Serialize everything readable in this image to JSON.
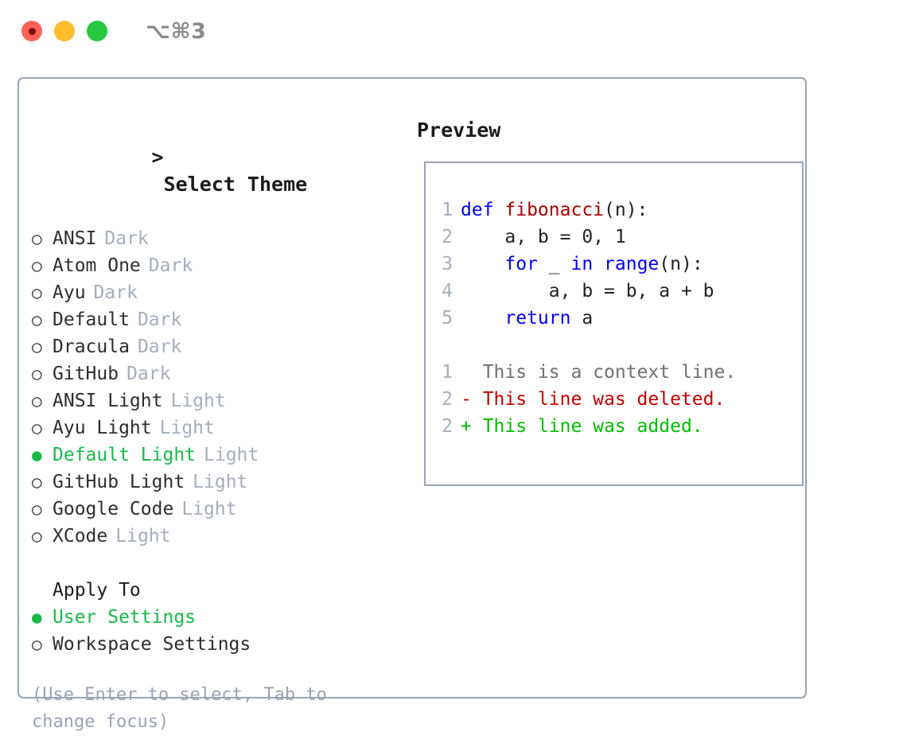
{
  "titlebar": {
    "lights": [
      {
        "name": "close",
        "color": "#ff6259"
      },
      {
        "name": "minimize",
        "color": "#ffbd2e"
      },
      {
        "name": "maximize",
        "color": "#26c940"
      }
    ],
    "shortcut": "⌥⌘3"
  },
  "theme_picker": {
    "heading": "> Select Theme",
    "heading_caret": ">",
    "heading_label": "Select Theme",
    "markers": {
      "unselected": "○",
      "selected": "●"
    },
    "items": [
      {
        "marker": "○",
        "label": "ANSI",
        "tag": "Dark",
        "selected": false
      },
      {
        "marker": "○",
        "label": "Atom One",
        "tag": "Dark",
        "selected": false
      },
      {
        "marker": "○",
        "label": "Ayu",
        "tag": "Dark",
        "selected": false
      },
      {
        "marker": "○",
        "label": "Default",
        "tag": "Dark",
        "selected": false
      },
      {
        "marker": "○",
        "label": "Dracula",
        "tag": "Dark",
        "selected": false
      },
      {
        "marker": "○",
        "label": "GitHub",
        "tag": "Dark",
        "selected": false
      },
      {
        "marker": "○",
        "label": "ANSI Light",
        "tag": "Light",
        "selected": false
      },
      {
        "marker": "○",
        "label": "Ayu Light",
        "tag": "Light",
        "selected": false
      },
      {
        "marker": "●",
        "label": "Default Light",
        "tag": "Light",
        "selected": true
      },
      {
        "marker": "○",
        "label": "GitHub Light",
        "tag": "Light",
        "selected": false
      },
      {
        "marker": "○",
        "label": "Google Code",
        "tag": "Light",
        "selected": false
      },
      {
        "marker": "○",
        "label": "XCode",
        "tag": "Light",
        "selected": false
      }
    ]
  },
  "apply_to": {
    "heading": "Apply To",
    "items": [
      {
        "marker": "●",
        "label": "User Settings",
        "selected": true
      },
      {
        "marker": "○",
        "label": "Workspace Settings",
        "selected": false
      }
    ]
  },
  "hint": "(Use Enter to select, Tab to change focus)",
  "preview": {
    "title": "Preview",
    "code_lines": [
      {
        "num": "1",
        "segments": [
          {
            "text": "def ",
            "style": "kw"
          },
          {
            "text": "fibonacci",
            "style": "fn"
          },
          {
            "text": "(n):",
            "style": "plain"
          }
        ]
      },
      {
        "num": "2",
        "segments": [
          {
            "text": "    a, b = 0, 1",
            "style": "plain"
          }
        ]
      },
      {
        "num": "3",
        "segments": [
          {
            "text": "    ",
            "style": "plain"
          },
          {
            "text": "for",
            "style": "kw"
          },
          {
            "text": " _ ",
            "style": "plain"
          },
          {
            "text": "in",
            "style": "kw"
          },
          {
            "text": " ",
            "style": "plain"
          },
          {
            "text": "range",
            "style": "kw"
          },
          {
            "text": "(n):",
            "style": "plain"
          }
        ]
      },
      {
        "num": "4",
        "segments": [
          {
            "text": "        a, b = b, a + b",
            "style": "plain"
          }
        ]
      },
      {
        "num": "5",
        "segments": [
          {
            "text": "    ",
            "style": "plain"
          },
          {
            "text": "return",
            "style": "kw"
          },
          {
            "text": " a",
            "style": "plain"
          }
        ]
      }
    ],
    "diff_lines": [
      {
        "num": "1",
        "segments": [
          {
            "text": "  This is a context line.",
            "style": "ctx"
          }
        ]
      },
      {
        "num": "2",
        "segments": [
          {
            "text": "- This line was deleted.",
            "style": "del"
          }
        ]
      },
      {
        "num": "2",
        "segments": [
          {
            "text": "+ This line was added.",
            "style": "add"
          }
        ]
      }
    ]
  },
  "colors": {
    "accent_green": "#19b84a",
    "keyword_blue": "#0000ee",
    "function_red": "#aa0000",
    "diff_deleted": "#c00000",
    "diff_added": "#00bb00",
    "muted": "#a6aebb",
    "border": "#9aa4b4"
  }
}
